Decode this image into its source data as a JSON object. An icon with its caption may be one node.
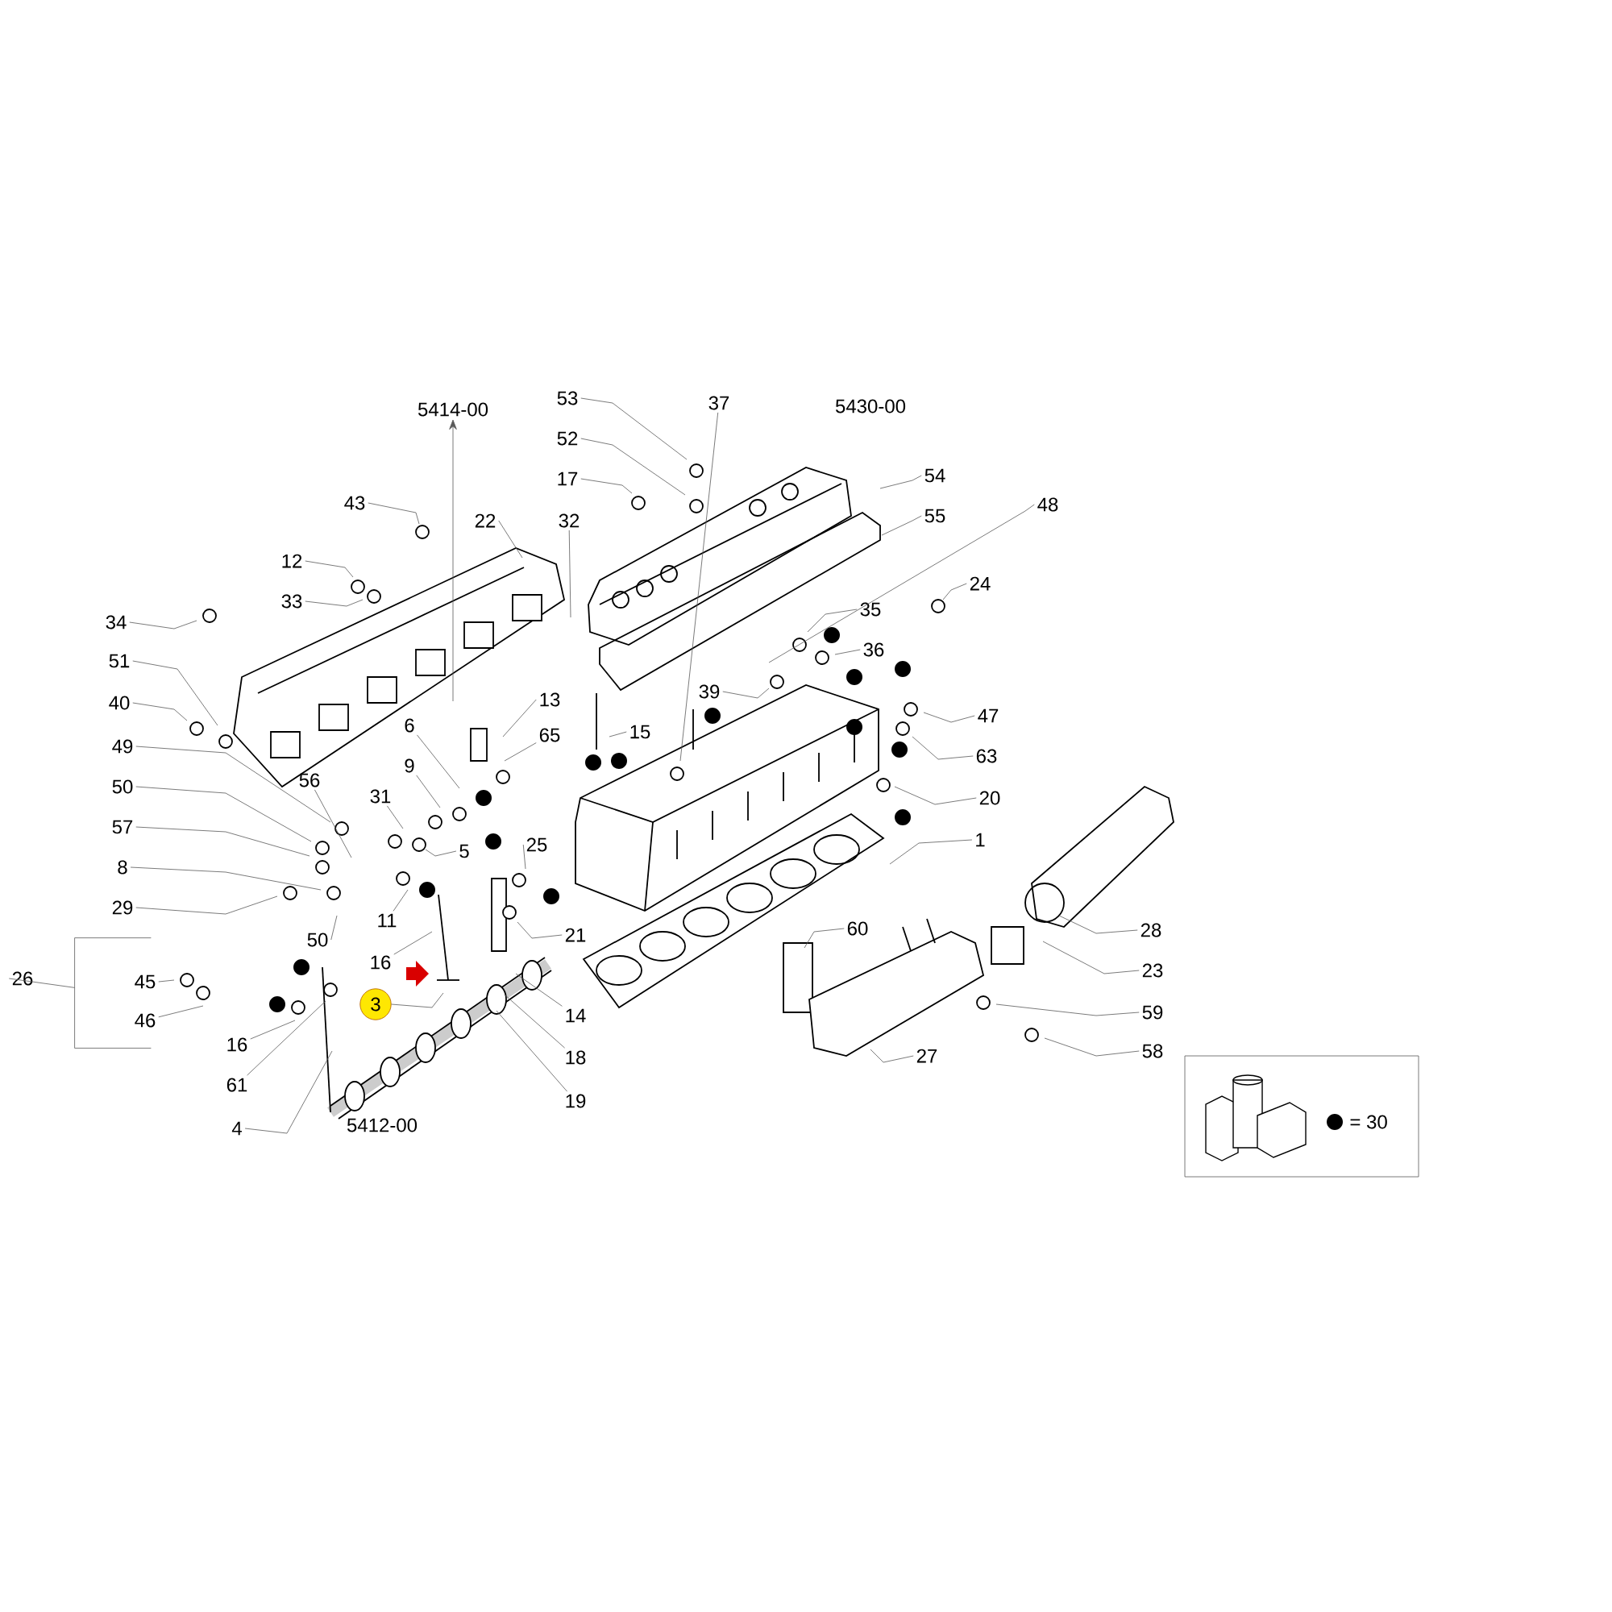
{
  "diagram": {
    "nodes": [
      {
        "text": [
          "5414-00"
        ]
      },
      {
        "text": [
          "53"
        ]
      },
      {
        "text": [
          "37"
        ]
      },
      {
        "text": [
          "52"
        ]
      },
      {
        "text": [
          "17"
        ]
      },
      {
        "text": [
          "54"
        ]
      },
      {
        "text": [
          "55"
        ]
      },
      {
        "text": [
          "48"
        ]
      },
      {
        "text": [
          "43"
        ]
      },
      {
        "text": [
          "22"
        ]
      },
      {
        "text": [
          "32"
        ]
      },
      {
        "text": [
          "12"
        ]
      },
      {
        "text": [
          "24"
        ]
      },
      {
        "text": [
          "33"
        ]
      },
      {
        "text": [
          "35"
        ]
      },
      {
        "text": [
          "34"
        ]
      },
      {
        "text": [
          "36"
        ]
      },
      {
        "text": [
          "51"
        ]
      },
      {
        "text": [
          "39"
        ]
      },
      {
        "text": [
          "13"
        ]
      },
      {
        "text": [
          "40"
        ]
      },
      {
        "text": [
          "47"
        ]
      },
      {
        "text": [
          "6"
        ]
      },
      {
        "text": [
          "15"
        ]
      },
      {
        "text": [
          "65"
        ]
      },
      {
        "text": [
          "49"
        ]
      },
      {
        "text": [
          "63"
        ]
      },
      {
        "text": [
          "9"
        ]
      },
      {
        "text": [
          "50"
        ]
      },
      {
        "text": [
          "56"
        ]
      },
      {
        "text": [
          "31"
        ]
      },
      {
        "text": [
          "20"
        ]
      },
      {
        "text": [
          "57"
        ]
      },
      {
        "text": [
          "25"
        ]
      },
      {
        "text": [
          "5"
        ]
      },
      {
        "text": [
          "1"
        ]
      },
      {
        "text": [
          "8"
        ]
      },
      {
        "text": [
          "29"
        ]
      },
      {
        "text": [
          "11"
        ]
      },
      {
        "text": [
          "60"
        ]
      },
      {
        "text": [
          "28"
        ]
      },
      {
        "text": [
          "21"
        ]
      },
      {
        "text": [
          "50"
        ]
      },
      {
        "text": [
          "26"
        ]
      },
      {
        "text": [
          "16"
        ]
      },
      {
        "text": [
          "45"
        ]
      },
      {
        "text": [
          "3"
        ]
      },
      {
        "text": [
          "46"
        ]
      },
      {
        "text": [
          "14"
        ]
      },
      {
        "text": [
          "23"
        ]
      },
      {
        "text": [
          "16"
        ]
      },
      {
        "text": [
          "59"
        ]
      },
      {
        "text": [
          "18"
        ]
      },
      {
        "text": [
          "27"
        ]
      },
      {
        "text": [
          "58"
        ]
      },
      {
        "text": [
          "61"
        ]
      },
      {
        "text": [
          "19"
        ]
      },
      {
        "text": [
          "4"
        ]
      },
      {
        "text": [],
        "shape": "bracket"
      }
    ],
    "edges": [
      {
        "from": null,
        "to": 0,
        "arrow": "to"
      },
      {
        "from": 1,
        "to": null,
        "arrow": "none"
      },
      {
        "from": 2,
        "to": null,
        "arrow": "none"
      },
      {
        "from": 3,
        "to": null,
        "arrow": "none"
      },
      {
        "from": 4,
        "to": null,
        "arrow": "none"
      },
      {
        "from": 5,
        "to": null,
        "arrow": "none"
      },
      {
        "from": 6,
        "to": null,
        "arrow": "none"
      },
      {
        "from": 7,
        "to": null,
        "arrow": "none"
      },
      {
        "from": 8,
        "to": null,
        "arrow": "none"
      },
      {
        "from": 9,
        "to": null,
        "arrow": "none"
      },
      {
        "from": 10,
        "to": null,
        "arrow": "none"
      },
      {
        "from": 11,
        "to": null,
        "arrow": "none"
      },
      {
        "from": 12,
        "to": null,
        "arrow": "none"
      },
      {
        "from": 13,
        "to": null,
        "arrow": "none"
      },
      {
        "from": 14,
        "to": null,
        "arrow": "none"
      },
      {
        "from": 15,
        "to": null,
        "arrow": "none"
      },
      {
        "from": 16,
        "to": null,
        "arrow": "none"
      },
      {
        "from": 17,
        "to": null,
        "arrow": "none"
      },
      {
        "from": 18,
        "to": null,
        "arrow": "none"
      },
      {
        "from": 19,
        "to": null,
        "arrow": "none"
      },
      {
        "from": 20,
        "to": null,
        "arrow": "none"
      },
      {
        "from": 21,
        "to": null,
        "arrow": "none"
      },
      {
        "from": 22,
        "to": null,
        "arrow": "none"
      },
      {
        "from": 23,
        "to": null,
        "arrow": "none"
      },
      {
        "from": 24,
        "to": null,
        "arrow": "none"
      },
      {
        "from": 25,
        "to": null,
        "arrow": "none"
      },
      {
        "from": 26,
        "to": null,
        "arrow": "none"
      },
      {
        "from": 27,
        "to": null,
        "arrow": "none"
      },
      {
        "from": 28,
        "to": null,
        "arrow": "none"
      },
      {
        "from": 29,
        "to": null,
        "arrow": "none"
      },
      {
        "from": 30,
        "to": null,
        "arrow": "none"
      },
      {
        "from": 31,
        "to": null,
        "arrow": "none"
      },
      {
        "from": 32,
        "to": null,
        "arrow": "none"
      },
      {
        "from": 33,
        "to": null,
        "arrow": "none"
      },
      {
        "from": 34,
        "to": null,
        "arrow": "none"
      },
      {
        "from": 35,
        "to": null,
        "arrow": "none"
      },
      {
        "from": 36,
        "to": null,
        "arrow": "none"
      },
      {
        "from": 37,
        "to": null,
        "arrow": "none"
      },
      {
        "from": 38,
        "to": null,
        "arrow": "none"
      },
      {
        "from": 39,
        "to": null,
        "arrow": "none"
      },
      {
        "from": 40,
        "to": null,
        "arrow": "none"
      },
      {
        "from": 41,
        "to": null,
        "arrow": "none"
      },
      {
        "from": 42,
        "to": null,
        "arrow": "none"
      },
      {
        "from": 43,
        "to": 58,
        "arrow": "none"
      },
      {
        "from": 44,
        "to": null,
        "arrow": "none"
      },
      {
        "from": 45,
        "to": null,
        "arrow": "none"
      },
      {
        "from": 46,
        "to": null,
        "arrow": "none"
      },
      {
        "from": 47,
        "to": null,
        "arrow": "none"
      },
      {
        "from": 48,
        "to": null,
        "arrow": "none"
      },
      {
        "from": 49,
        "to": null,
        "arrow": "none"
      },
      {
        "from": 50,
        "to": null,
        "arrow": "none"
      },
      {
        "from": 51,
        "to": null,
        "arrow": "none"
      },
      {
        "from": 52,
        "to": null,
        "arrow": "none"
      },
      {
        "from": 53,
        "to": null,
        "arrow": "none"
      },
      {
        "from": 54,
        "to": null,
        "arrow": "none"
      },
      {
        "from": 55,
        "to": null,
        "arrow": "none"
      },
      {
        "from": 56,
        "to": null,
        "arrow": "none"
      },
      {
        "from": 57,
        "to": null,
        "arrow": "none"
      }
    ],
    "labels": [
      "5430-00",
      "5412-00"
    ],
    "legend": [
      {
        "text": "= 30"
      }
    ]
  }
}
